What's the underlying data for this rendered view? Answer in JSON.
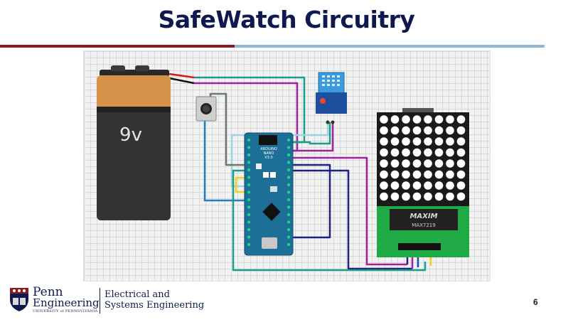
{
  "slide": {
    "title": "SafeWatch Circuitry",
    "page_number": "6"
  },
  "diagram": {
    "battery_label": "9v",
    "arduino_labels": [
      "ARDUINO",
      "NANO",
      "V3.0"
    ],
    "matrix_chip_brand": "MAXIM",
    "matrix_chip_model": "MAX7219",
    "colors": {
      "wire_teal": "#1a9e8a",
      "wire_purple": "#a0229e",
      "wire_navy": "#1a237e",
      "wire_blue": "#1f7fbf",
      "wire_gray": "#6b7a6b",
      "wire_lightblue": "#9fd3e0",
      "wire_yellow": "#f0d21a",
      "pcb_green": "#1faa45",
      "arduino_blue": "#1d6f98"
    }
  },
  "footer": {
    "logo_line1": "Penn",
    "logo_line2": "Engineering",
    "logo_line3": "UNIVERSITY of PENNSYLVANIA",
    "department_line1": "Electrical and",
    "department_line2": "Systems Engineering"
  }
}
